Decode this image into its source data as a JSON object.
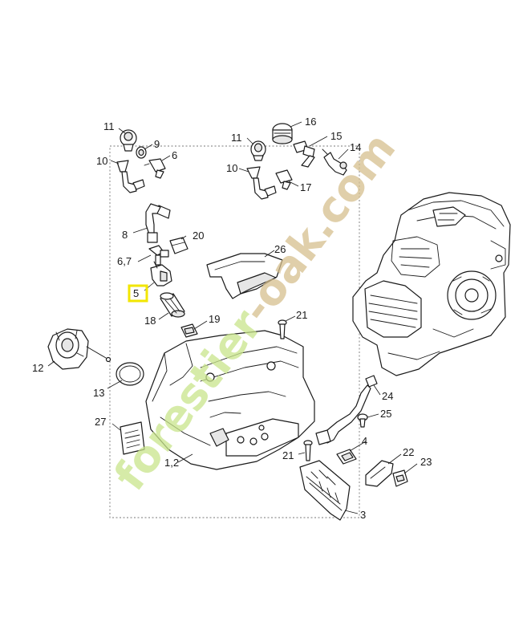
{
  "watermark": {
    "text_green": "forestier",
    "text_tan": "-oak.com",
    "colors": {
      "green": "#c9e58c",
      "tan": "#d6bf8e"
    }
  },
  "highlight": {
    "part": "5",
    "color": "#f2e600"
  },
  "callouts": {
    "c11a": "11",
    "c9": "9",
    "c10a": "10",
    "c6": "6",
    "c8": "8",
    "c20": "20",
    "c67": "6,7",
    "c5": "5",
    "c18": "18",
    "c19": "19",
    "c16": "16",
    "c11b": "11",
    "c15": "15",
    "c14": "14",
    "c10b": "10",
    "c17": "17",
    "c26": "26",
    "c21a": "21",
    "c12": "12",
    "c13": "13",
    "c24": "24",
    "c25": "25",
    "c27": "27",
    "c12b": "1,2",
    "c21b": "21",
    "c4": "4",
    "c22": "22",
    "c23": "23",
    "c3": "3"
  }
}
